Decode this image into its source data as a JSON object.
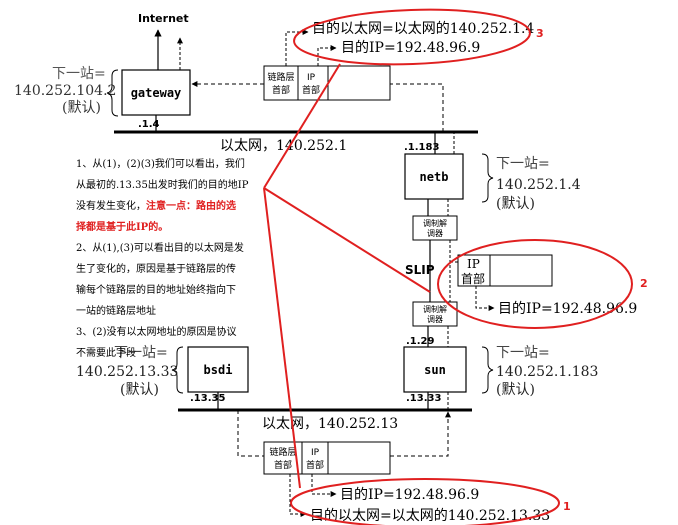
{
  "colors": {
    "annotation_red": "#e02020",
    "line": "#000000",
    "gray_text": "#555555"
  },
  "top": {
    "internet": "Internet",
    "dest_eth": "目的以太网=以太网的140.252.1.4",
    "dest_ip": "目的IP=192.48.96.9",
    "marker": "3",
    "link_header": [
      "链路层",
      "首部"
    ],
    "ip_header": [
      "IP",
      "首部"
    ]
  },
  "gateway": {
    "label": "gateway",
    "nexthop_title": "下一站=",
    "nexthop_addr": "140.252.104.2",
    "nexthop_default": "(默认)",
    "port": ".1.4"
  },
  "ethernet_top": {
    "label": "以太网，140.252.1"
  },
  "netb": {
    "label": "netb",
    "port": ".1.183",
    "nexthop_title": "下一站=",
    "nexthop_addr": "140.252.1.4",
    "nexthop_default": "(默认)"
  },
  "modem_top": [
    "调制解",
    "调器"
  ],
  "modem_bottom": [
    "调制解",
    "调器"
  ],
  "slip": {
    "label": "SLIP",
    "ip_header": [
      "IP",
      "首部"
    ],
    "dest_ip": "目的IP=192.48.96.9",
    "marker": "2"
  },
  "notes": {
    "lines": [
      "1、从(1)，(2)(3)我们可以看出，我们",
      "从最初的.13.35出发时我们的目的地IP",
      "没有发生变化，",
      "都是基于此IP的。",
      "2、从(1),(3)可以看出目的以太网是发",
      "生了变化的，原因是基于链路层的传",
      "输每个链路层的目的地址始终指向下",
      "一站的链路层地址",
      "3、(2)没有以太网地址的原因是协议",
      "不需要此字段"
    ],
    "red_inline": "注意一点：路由的选",
    "red_prefix": "择"
  },
  "bsdi": {
    "label": "bsdi",
    "port": ".13.35",
    "nexthop_title": "下一站=",
    "nexthop_addr": "140.252.13.33",
    "nexthop_default": "(默认)"
  },
  "sun": {
    "label": "sun",
    "port_top": ".1.29",
    "port_bottom": ".13.33",
    "nexthop_title": "下一站=",
    "nexthop_addr": "140.252.1.183",
    "nexthop_default": "(默认)"
  },
  "ethernet_bottom": {
    "label": "以太网，140.252.13"
  },
  "bottom": {
    "link_header": [
      "链路层",
      "首部"
    ],
    "ip_header": [
      "IP",
      "首部"
    ],
    "dest_ip": "目的IP=192.48.96.9",
    "dest_eth": "目的以太网=以太网的140.252.13.33",
    "marker": "1"
  }
}
